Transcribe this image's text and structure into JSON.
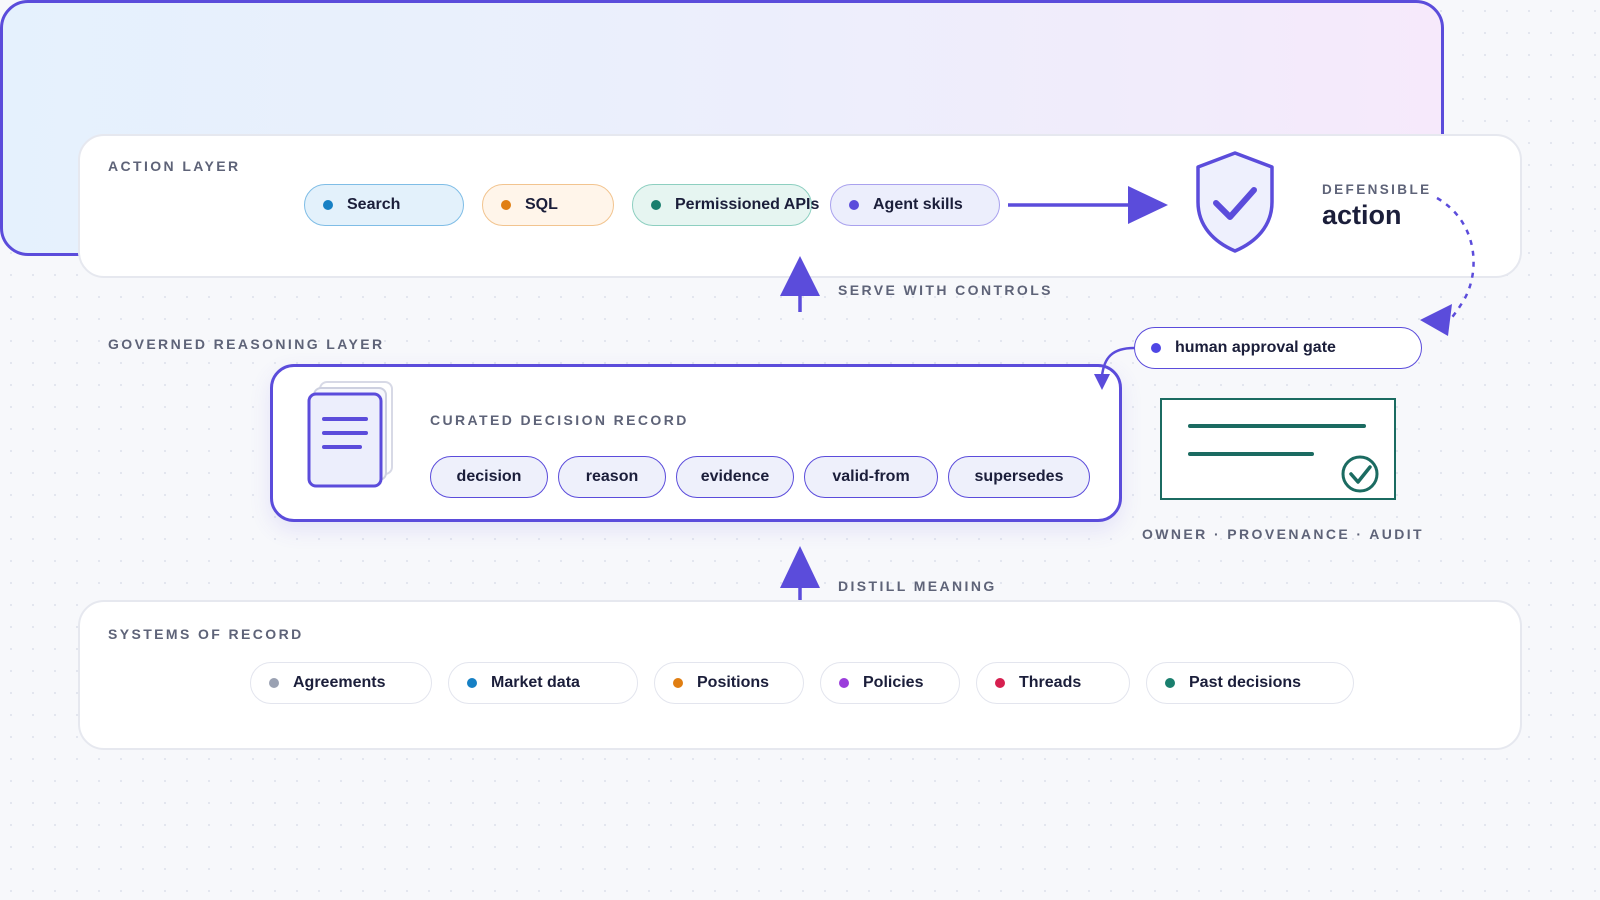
{
  "action_layer": {
    "label": "ACTION LAYER",
    "tools": [
      {
        "label": "Search",
        "dot": "#1680c4",
        "bg": "#e3f1fb",
        "border": "#7fbde6"
      },
      {
        "label": "SQL",
        "dot": "#e07e12",
        "bg": "#fff5ea",
        "border": "#f2c48f"
      },
      {
        "label": "Permissioned APIs",
        "dot": "#1a7f6e",
        "bg": "#e6f5f1",
        "border": "#8dcfc0"
      },
      {
        "label": "Agent skills",
        "dot": "#5b4cdb",
        "bg": "#eceefc",
        "border": "#a9a1ee"
      }
    ],
    "outcome_caption": "DEFENSIBLE",
    "outcome_title": "action",
    "outcome_icon": "shield-check-icon"
  },
  "connectors": {
    "serve_label": "SERVE WITH CONTROLS",
    "distill_label": "DISTILL MEANING"
  },
  "reasoning_layer": {
    "label": "GOVERNED REASONING LAYER",
    "record_title": "CURATED DECISION RECORD",
    "record_icon": "document-stack-icon",
    "fields": [
      "decision",
      "reason",
      "evidence",
      "valid-from",
      "supersedes"
    ],
    "approval_gate": "human approval gate",
    "audit_icon": "certificate-check-icon",
    "audit_caption": "OWNER · PROVENANCE · AUDIT"
  },
  "systems_layer": {
    "label": "SYSTEMS OF RECORD",
    "sources": [
      {
        "label": "Agreements",
        "dot": "#9aa1b2"
      },
      {
        "label": "Market data",
        "dot": "#1680c4"
      },
      {
        "label": "Positions",
        "dot": "#e07e12"
      },
      {
        "label": "Policies",
        "dot": "#9b3ddb"
      },
      {
        "label": "Threads",
        "dot": "#d61f4f"
      },
      {
        "label": "Past decisions",
        "dot": "#1a7f6e"
      }
    ]
  },
  "colors": {
    "accent": "#5b4cdb",
    "teal": "#1b6b61",
    "muted_label": "#5e6378"
  }
}
